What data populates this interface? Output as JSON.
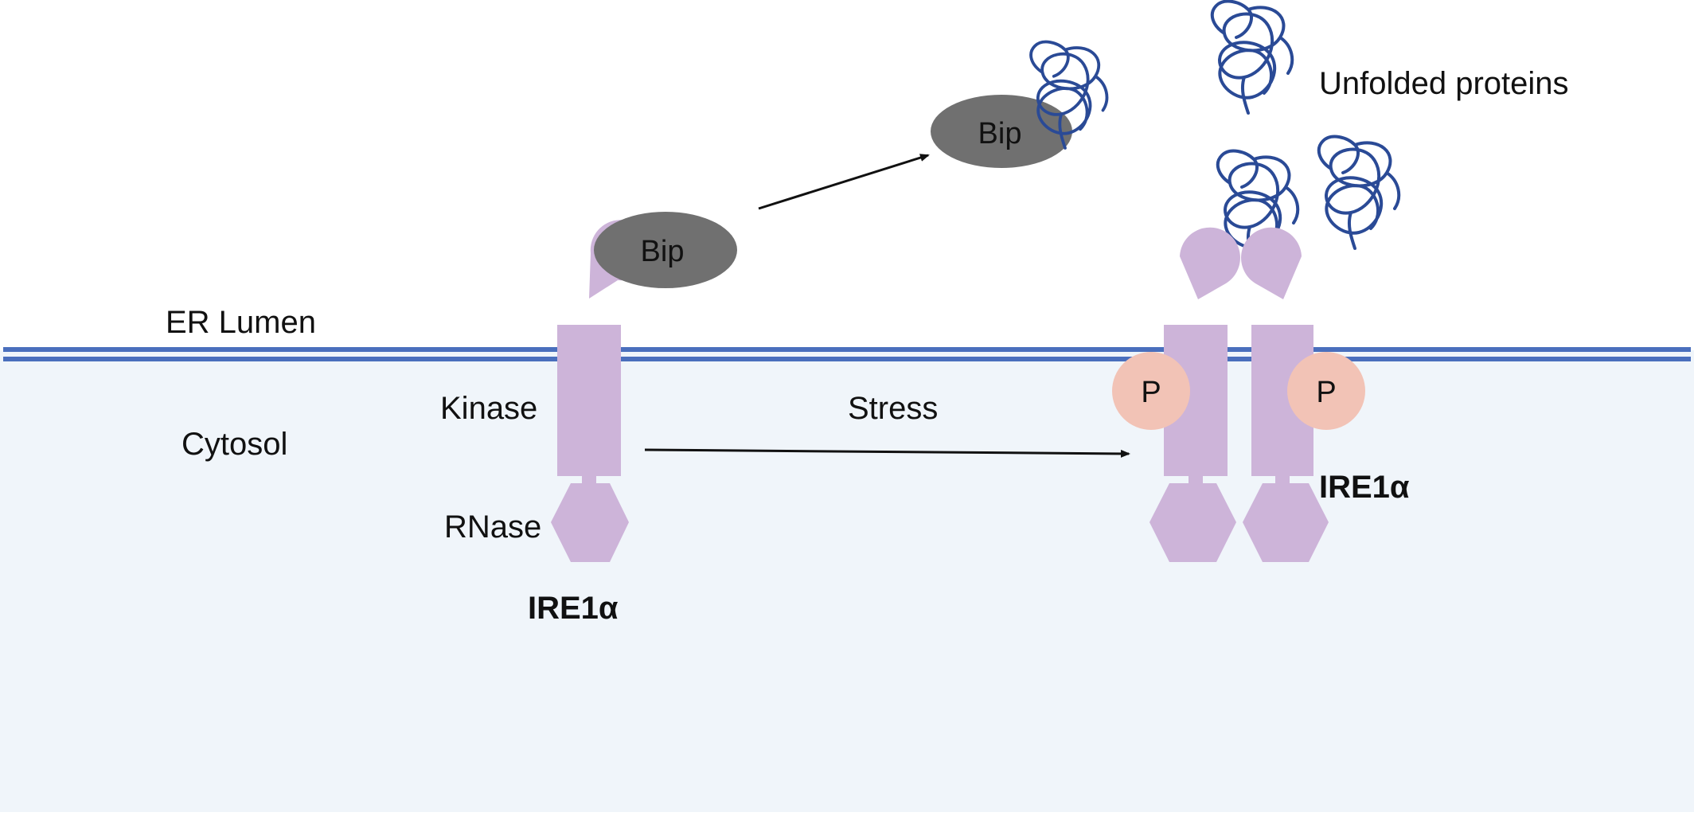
{
  "labels": {
    "er_lumen": "ER Lumen",
    "cytosol": "Cytosol",
    "kinase": "Kinase",
    "rnase": "RNase",
    "ire1a_left": "IRE1α",
    "ire1a_right": "IRE1α",
    "stress": "Stress",
    "bip_bound": "Bip",
    "bip_released": "Bip",
    "unfolded_proteins": "Unfolded proteins",
    "p_left": "P",
    "p_right": "P"
  },
  "colors": {
    "cytosol_fill": "#f0f5fa",
    "membrane": "#4a6fbd",
    "receptor": "#cdb4d9",
    "bip": "#707070",
    "phospho": "#f2c3b6",
    "protein_coil": "#2a4a96",
    "arrow": "#111111"
  },
  "icons": {
    "unfolded_protein": "tangled-coil-icon"
  }
}
